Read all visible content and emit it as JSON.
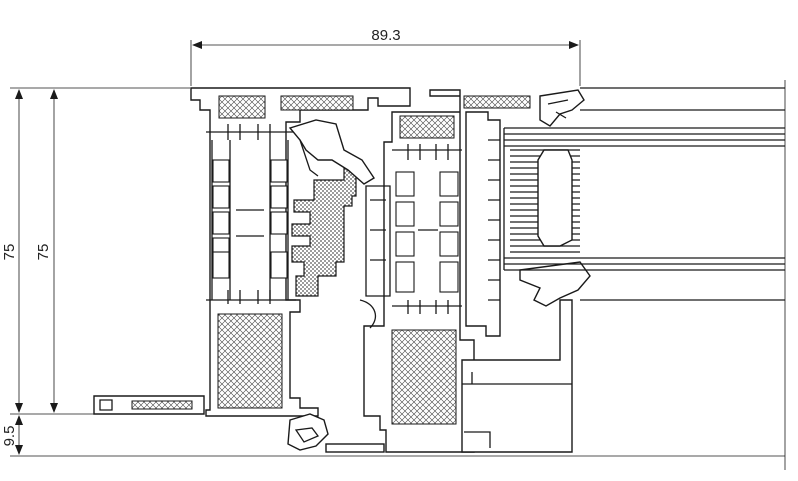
{
  "drawing": {
    "dimensions": {
      "width_label": "89.3",
      "height_outer_label": "75",
      "height_inner_label": "75",
      "bottom_label": "9.5"
    },
    "colors": {
      "line": "#1a1a1a",
      "background": "#ffffff",
      "gasket_dots": "#555555"
    }
  }
}
